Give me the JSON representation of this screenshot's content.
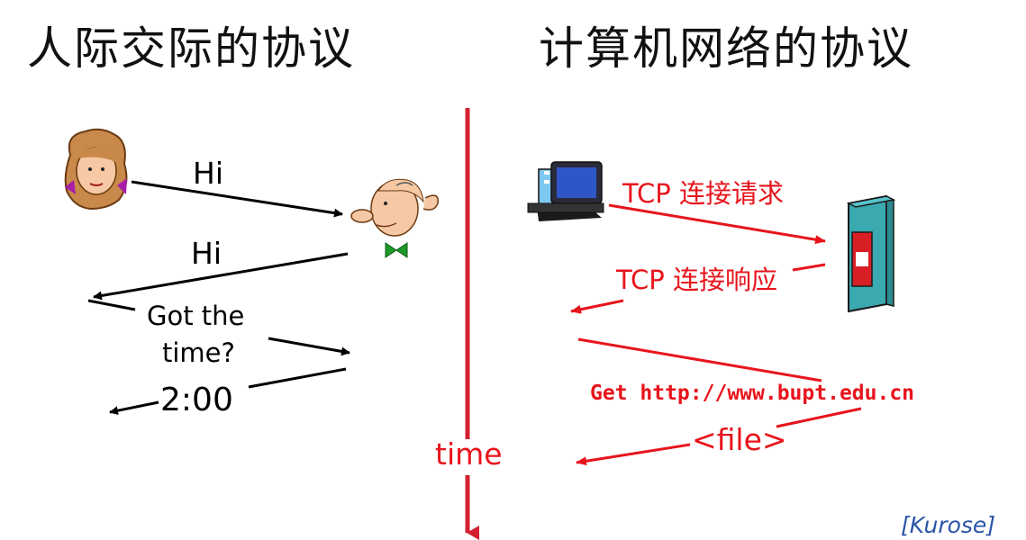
{
  "titles": {
    "left": "人际交际的协议",
    "right": "计算机网络的协议"
  },
  "human": {
    "hi_1": "Hi",
    "hi_2": "Hi",
    "question_line1": "Got the",
    "question_line2": "time?",
    "answer": "2:00"
  },
  "network": {
    "request": "TCP 连接请求",
    "response": "TCP 连接响应",
    "get": "Get http://www.bupt.edu.cn",
    "file": "<file>"
  },
  "timeline": {
    "label": "time"
  },
  "credit": "[Kurose]",
  "colors": {
    "accent_red": "#e8141c",
    "timeline_red": "#d42030",
    "credit_blue": "#2a55a8"
  }
}
